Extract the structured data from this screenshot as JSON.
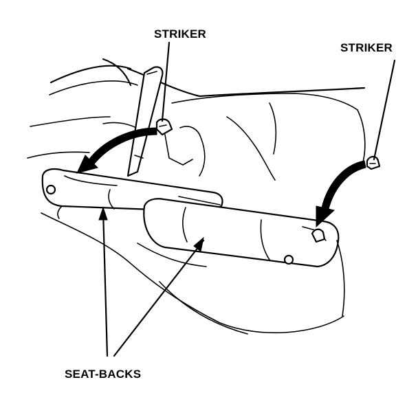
{
  "labels": {
    "striker_left": "STRIKER",
    "striker_right": "STRIKER",
    "seat_backs": "SEAT-BACKS"
  },
  "colors": {
    "line": "#000000",
    "background": "#ffffff"
  }
}
